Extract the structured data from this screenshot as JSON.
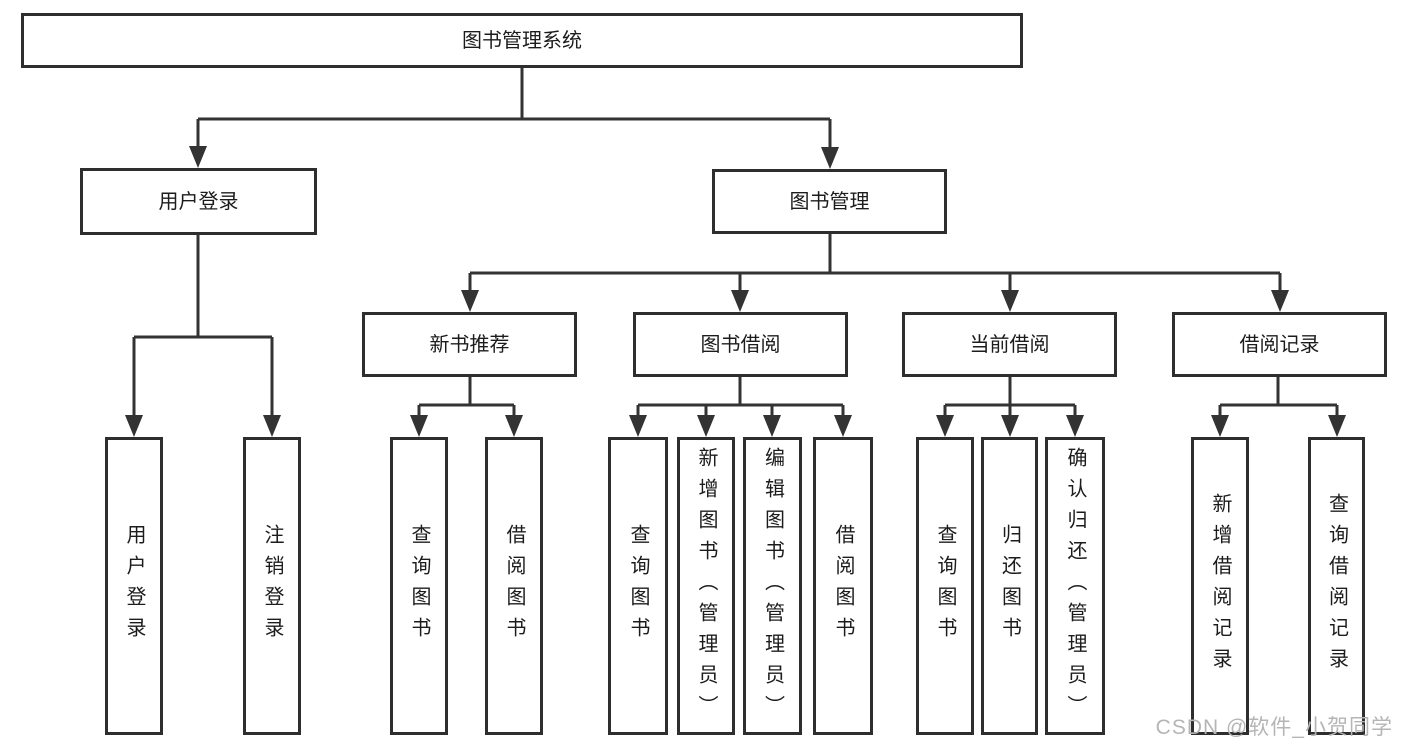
{
  "diagram": {
    "type": "tree",
    "root_label": "图书管理系统",
    "level1": [
      {
        "id": "user-login",
        "label": "用户登录",
        "children": [
          {
            "label": "用户登录"
          },
          {
            "label": "注销登录"
          }
        ]
      },
      {
        "id": "book-manage",
        "label": "图书管理",
        "children": [
          {
            "label": "新书推荐",
            "children": [
              {
                "label": "查询图书"
              },
              {
                "label": "借阅图书"
              }
            ]
          },
          {
            "label": "图书借阅",
            "children": [
              {
                "label": "查询图书"
              },
              {
                "label": "新增图书（管理员）"
              },
              {
                "label": "编辑图书（管理员）"
              },
              {
                "label": "借阅图书"
              }
            ]
          },
          {
            "label": "当前借阅",
            "children": [
              {
                "label": "查询图书"
              },
              {
                "label": "归还图书"
              },
              {
                "label": "确认归还（管理员）"
              }
            ]
          },
          {
            "label": "借阅记录",
            "children": [
              {
                "label": "新增借阅记录"
              },
              {
                "label": "查询借阅记录"
              }
            ]
          }
        ]
      }
    ]
  },
  "watermark": {
    "text": "CSDN @软件_小贺同学"
  },
  "colors": {
    "background": "#ffffff",
    "box_border": "#2e2e2e",
    "line": "#333333",
    "text": "#1c1c1c",
    "watermark": "#b5b5b5"
  }
}
